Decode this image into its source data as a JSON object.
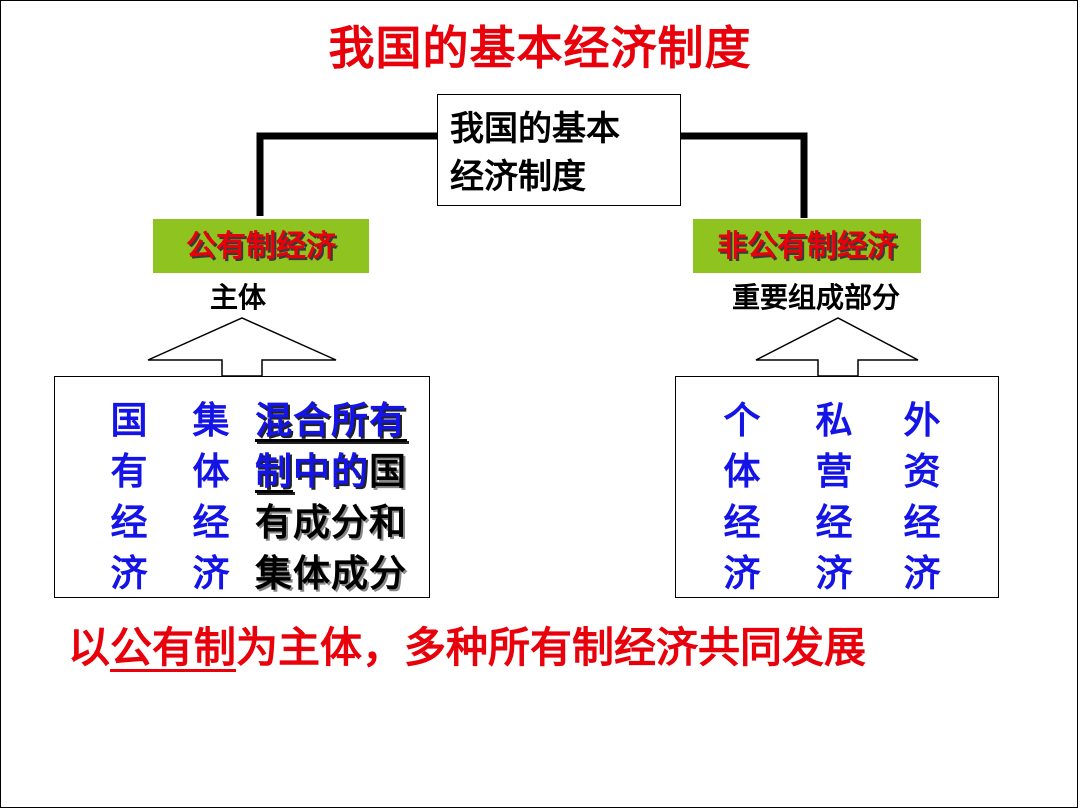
{
  "title": "我国的基本经济制度",
  "root": {
    "line1": "我国的基本",
    "line2": "经济制度"
  },
  "left": {
    "tag": "公有制经济",
    "role": "主体",
    "col1": [
      "国",
      "有",
      "经",
      "济"
    ],
    "col2": [
      "集",
      "体",
      "经",
      "济"
    ],
    "mixed": {
      "line1": "混合所有",
      "line2_a": "制",
      "line2_b": "中的",
      "line2_c": "国",
      "line3": "有成分和",
      "line4": "集体成分"
    }
  },
  "right": {
    "tag": "非公有制经济",
    "role": "重要组成部分",
    "col1": [
      "个",
      "体",
      "经",
      "济"
    ],
    "col2": [
      "私",
      "营",
      "经",
      "济"
    ],
    "col3": [
      "外",
      "资",
      "经",
      "济"
    ]
  },
  "summary": {
    "pre": "以",
    "underlined": "公有制",
    "post": "为主体，多种所有制经济共同发展"
  },
  "colors": {
    "title": "#e8000b",
    "tag_bg": "#8fc31f",
    "blue": "#1414e6"
  }
}
